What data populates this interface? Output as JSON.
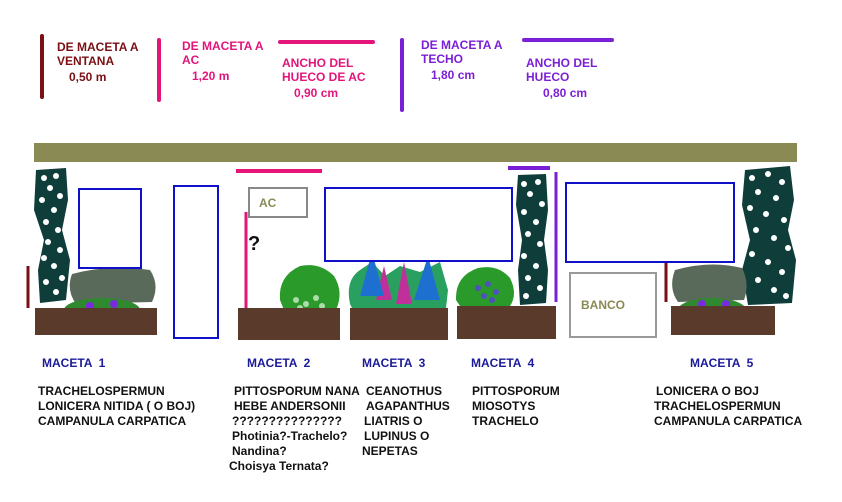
{
  "legend": {
    "ventana": {
      "label": "DE MACETA A\nVENTANA",
      "value": "0,50 m",
      "color": "#7a0f14"
    },
    "ac": {
      "label": "DE MACETA A\nAC",
      "value": "1,20 m",
      "color": "#e3147a"
    },
    "hueco_ac": {
      "label": "ANCHO DEL\nHUECO DE AC",
      "value": "0,90 cm",
      "color": "#e3147a"
    },
    "techo": {
      "label": "DE MACETA A\nTECHO",
      "value": "1,80 cm",
      "color": "#7b1fd6"
    },
    "hueco": {
      "label": "ANCHO DEL\nHUECO",
      "value": "0,80 cm",
      "color": "#7b1fd6"
    }
  },
  "labels": {
    "ac_box": "AC",
    "question": "?",
    "banco": "BANCO"
  },
  "macetas": [
    {
      "title": "MACETA  1",
      "plants": [
        "TRACHELOSPERMUN",
        "LONICERA NITIDA ( O BOJ)",
        "CAMPANULA CARPATICA"
      ]
    },
    {
      "title": "MACETA  2",
      "plants": [
        "PITTOSPORUM NANA",
        "HEBE ANDERSONII",
        "???????????????",
        "Photinia?-Trachelo?",
        "Nandina?",
        "Choisya Ternata?"
      ]
    },
    {
      "title": "MACETA  3",
      "plants": [
        "CEANOTHUS",
        "AGAPANTHUS",
        "LIATRIS O",
        "LUPINUS O",
        "NEPETAS"
      ]
    },
    {
      "title": "MACETA  4",
      "plants": [
        "PITTOSPORUM",
        "MIOSOTYS",
        "TRACHELO"
      ]
    },
    {
      "title": "MACETA  5",
      "plants": [
        "LONICERA O BOJ",
        "TRACHELOSPERMUN",
        "CAMPANULA CARPATICA"
      ]
    }
  ],
  "colors": {
    "ceiling": "#8a8a55",
    "soil": "#5a3a2a",
    "window_border": "#1010c8",
    "climber": "#0f3d3a",
    "shrub": "#2a9a2a",
    "flower": "#7a2ae0"
  }
}
